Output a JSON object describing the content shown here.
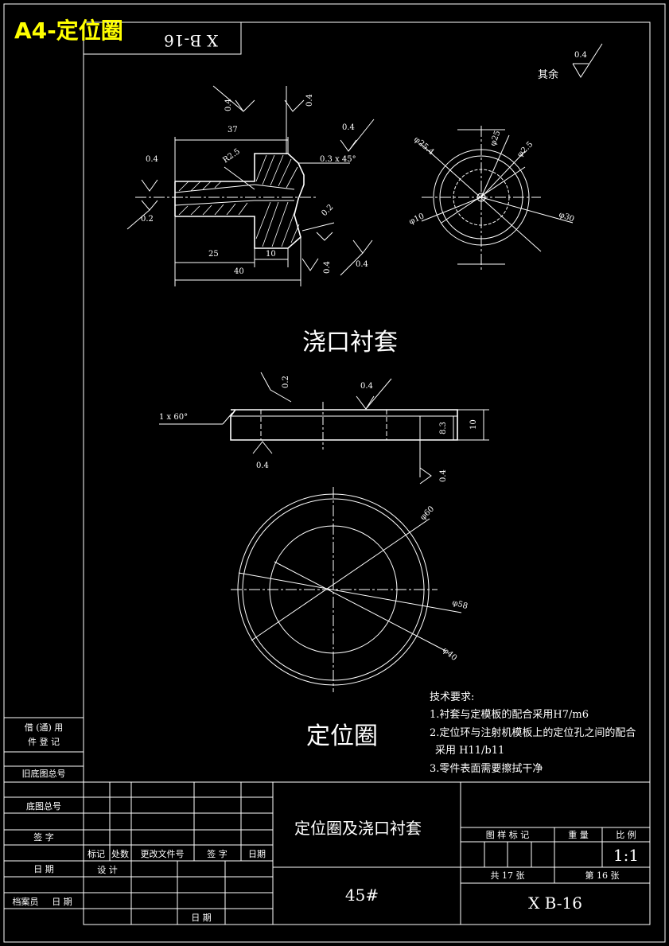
{
  "corner_label": "A4-定位圈",
  "top_code": "X B-16",
  "roughness_other": {
    "prefix": "其余",
    "value": "0.4"
  },
  "bushing": {
    "title": "浇口衬套",
    "dims": {
      "d37": "37",
      "r25": "R2.5",
      "chamfer": "0.3 x 45°",
      "d25": "25",
      "d10": "10",
      "d40": "40",
      "r04a": "0.4",
      "r04b": "0.4",
      "r04c": "0.4",
      "r04d": "0.4",
      "r04e": "0.4",
      "r04f": "0.4",
      "r02": "0.2",
      "r02b": "0.2"
    },
    "end_view": {
      "phi254": "φ25.4",
      "phi25": "φ25",
      "phi25b": "φ2.5",
      "phi10": "φ10",
      "phi30": "φ30"
    }
  },
  "ring": {
    "title": "定位圈",
    "chamfer": "1 x 60°",
    "h": "10",
    "h2": "8.3",
    "r02": "0.2",
    "r04a": "0.4",
    "r04b": "0.4",
    "r04c": "0.4",
    "phi60": "φ60",
    "phi58": "φ58",
    "phi40": "φ40"
  },
  "tech": {
    "heading": "技术要求:",
    "lines": [
      "1.衬套与定模板的配合采用H7/m6",
      "2.定位环与注射机模板上的定位孔之间的配合",
      "采用 H11/b11",
      "3.零件表面需要擦拭干净"
    ]
  },
  "side_box": {
    "borrow1": "借 (通) 用",
    "borrow2": "件 登 记",
    "old_no": "旧底图总号",
    "base_no": "底图总号",
    "sign": "签  字",
    "date": "日  期",
    "archive": "档案员",
    "archive_date": "日  期"
  },
  "title_block": {
    "name": "定位圈及浇口衬套",
    "material": "45#",
    "code": "X B-16",
    "headers": [
      "标记",
      "处数",
      "更改文件号",
      "签 字",
      "日期"
    ],
    "design": "设 计",
    "date": "日 期",
    "right_headers": [
      "图 样 标 记",
      "重 量",
      "比 例"
    ],
    "scale": "1:1",
    "total": "共 17 张",
    "sheet": "第 16 张"
  }
}
